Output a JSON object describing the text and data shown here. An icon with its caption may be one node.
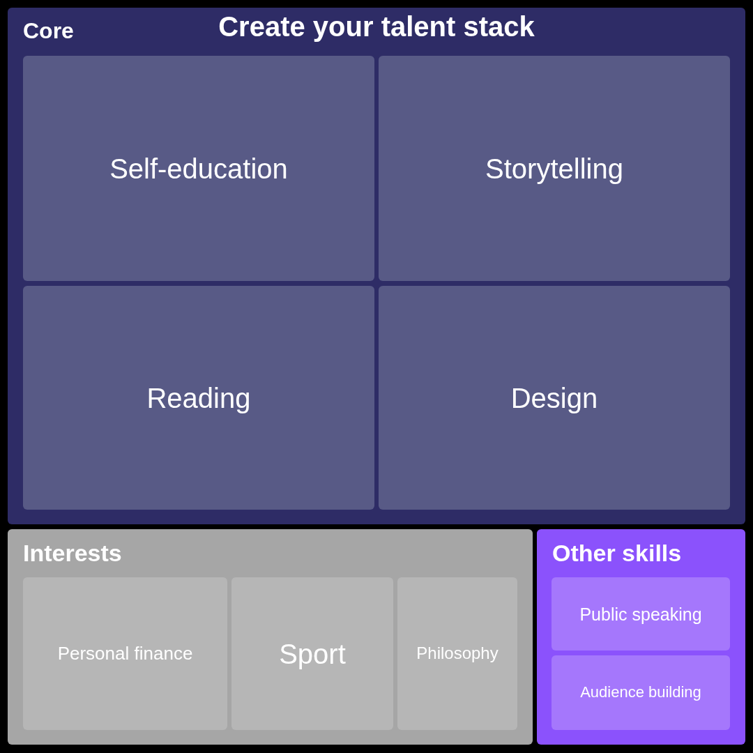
{
  "diagram": {
    "title": "Create your talent stack",
    "nodes": [
      {
        "text": [
          "Core"
        ]
      },
      {
        "text": [
          "Self-education"
        ],
        "in": 0
      },
      {
        "text": [
          "Storytelling"
        ],
        "in": 0
      },
      {
        "text": [
          "Reading"
        ],
        "in": 0
      },
      {
        "text": [
          "Design"
        ],
        "in": 0
      },
      {
        "text": [
          "Interests"
        ]
      },
      {
        "text": [
          "Personal finance"
        ],
        "in": 5
      },
      {
        "text": [
          "Sport"
        ],
        "in": 5
      },
      {
        "text": [
          "Philosophy"
        ],
        "in": 5
      },
      {
        "text": [
          "Other skills"
        ]
      },
      {
        "text": [
          "Public speaking"
        ],
        "in": 9
      },
      {
        "text": [
          "Audience building"
        ],
        "in": 9
      }
    ]
  }
}
